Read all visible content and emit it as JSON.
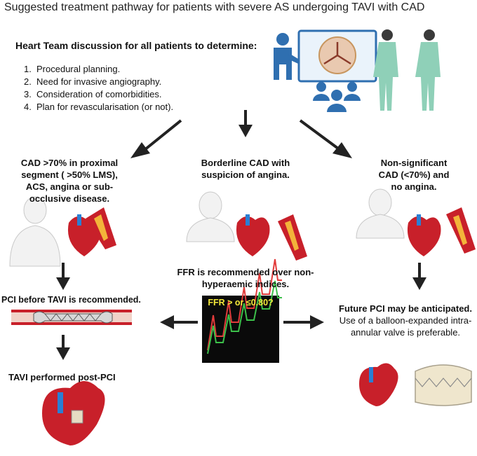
{
  "title": "Suggested treatment pathway for patients with severe AS undergoing TAVI with CAD",
  "heart_team": {
    "heading": "Heart Team discussion for all patients to determine:",
    "items": [
      {
        "num": "1.",
        "text": "Procedural planning."
      },
      {
        "num": "2.",
        "text": "Need for invasive angiography."
      },
      {
        "num": "3.",
        "text": "Consideration of comorbidities."
      },
      {
        "num": "4.",
        "text": "Plan for revascularisation (or not)."
      }
    ]
  },
  "branches": {
    "left": {
      "lines": [
        "CAD >70% in proximal",
        "segment ( >50% LMS),",
        "ACS, angina or sub-",
        "occlusive disease."
      ]
    },
    "middle": {
      "lines": [
        "Borderline CAD with",
        "suspicion of angina."
      ]
    },
    "right": {
      "lines": [
        "Non-significant",
        "CAD (<70%) and",
        "no angina."
      ]
    }
  },
  "left_path": {
    "pci_label": "PCI before TAVI is recommended.",
    "tavi_label": "TAVI performed post-PCI"
  },
  "middle_path": {
    "ffr_lines": [
      "FFR is recommended over non-",
      "hyperaemic indices."
    ],
    "monitor_label": "FFR > or ≤0.80?"
  },
  "right_path": {
    "heading": "Future PCI may be anticipated.",
    "lines": [
      "Use of a balloon-expanded intra-",
      "annular valve is preferable."
    ]
  },
  "colors": {
    "arrow": "#222222",
    "heart_red": "#c8202a",
    "vessel_blue": "#2a7fd4",
    "person_blue": "#2f6fb0",
    "clinician_green": "#8fd0b8",
    "monitor_bg": "#0a0a0a",
    "monitor_label": "#f5e93a",
    "wave_red": "#e23b3b",
    "wave_green": "#3cc04a"
  }
}
